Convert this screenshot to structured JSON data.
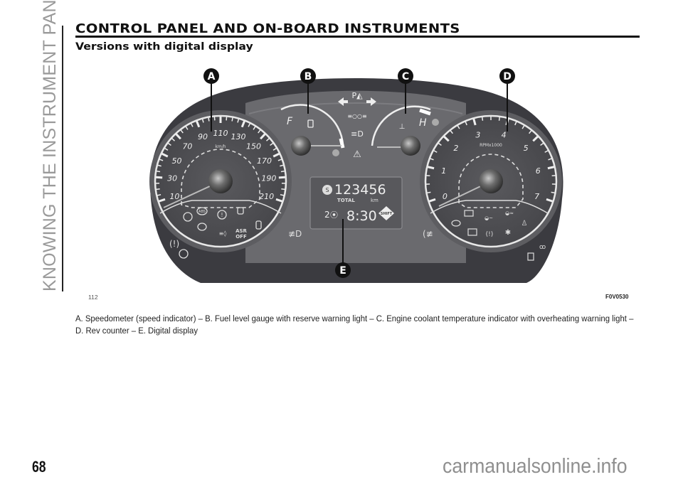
{
  "sidebar": {
    "section_title": "KNOWING THE INSTRUMENT PANEL"
  },
  "header": {
    "title": "CONTROL PANEL AND ON-BOARD INSTRUMENTS",
    "subtitle": "Versions with digital display"
  },
  "figure": {
    "number": "112",
    "code": "F0V0530",
    "callouts": [
      "A",
      "B",
      "C",
      "D",
      "E"
    ],
    "speedometer": {
      "unit": "km/h",
      "labels": [
        "10",
        "30",
        "50",
        "70",
        "90",
        "110",
        "130",
        "150",
        "170",
        "190",
        "210"
      ],
      "warning_icons": [
        "brake-icon",
        "abs-icon",
        "brake-pad-icon",
        "airbag-disabled-icon",
        "traction-control-icon",
        "eco-icon",
        "asr-off-icon",
        "door-open-icon"
      ],
      "asr_label": "ASR\nOFF"
    },
    "fuel_gauge": {
      "full_label": "F",
      "icon": "fuel-pump-icon"
    },
    "temp_gauge": {
      "hot_label": "H",
      "icon": "coolant-temp-icon"
    },
    "center_icons": [
      "turn-left-icon",
      "park-assist-icon",
      "turn-right-icon",
      "side-lights-icon",
      "high-beam-icon",
      "hazard-icon"
    ],
    "tachometer": {
      "unit": "RPMx1000",
      "labels": [
        "0",
        "1",
        "2",
        "3",
        "4",
        "5",
        "6",
        "7"
      ],
      "warning_icons": [
        "engine-icon",
        "battery-icon",
        "oil-pressure-icon",
        "oil-level-icon",
        "seatbelt-icon",
        "immobilizer-icon",
        "tpms-icon",
        "airbag-icon"
      ]
    },
    "display": {
      "odometer": "123456",
      "odometer_label": "TOTAL",
      "odometer_unit": "km",
      "headlight_level": "2",
      "clock": "8:30",
      "shift_label": "SHIFT",
      "service_icon": "S"
    },
    "fog_front_icon": "front-fog-icon",
    "fog_rear_icon": "rear-fog-icon",
    "glow_plug_icon": "glow-plug-icon",
    "water_in_fuel_icon": "water-in-fuel-icon"
  },
  "caption": "A. Speedometer (speed indicator) – B. Fuel level gauge with reserve warning light – C. Engine coolant temperature indicator with overheating warning light – D. Rev counter – E. Digital display",
  "footer": {
    "page_number": "68",
    "watermark": "carmanualsonline.info"
  }
}
